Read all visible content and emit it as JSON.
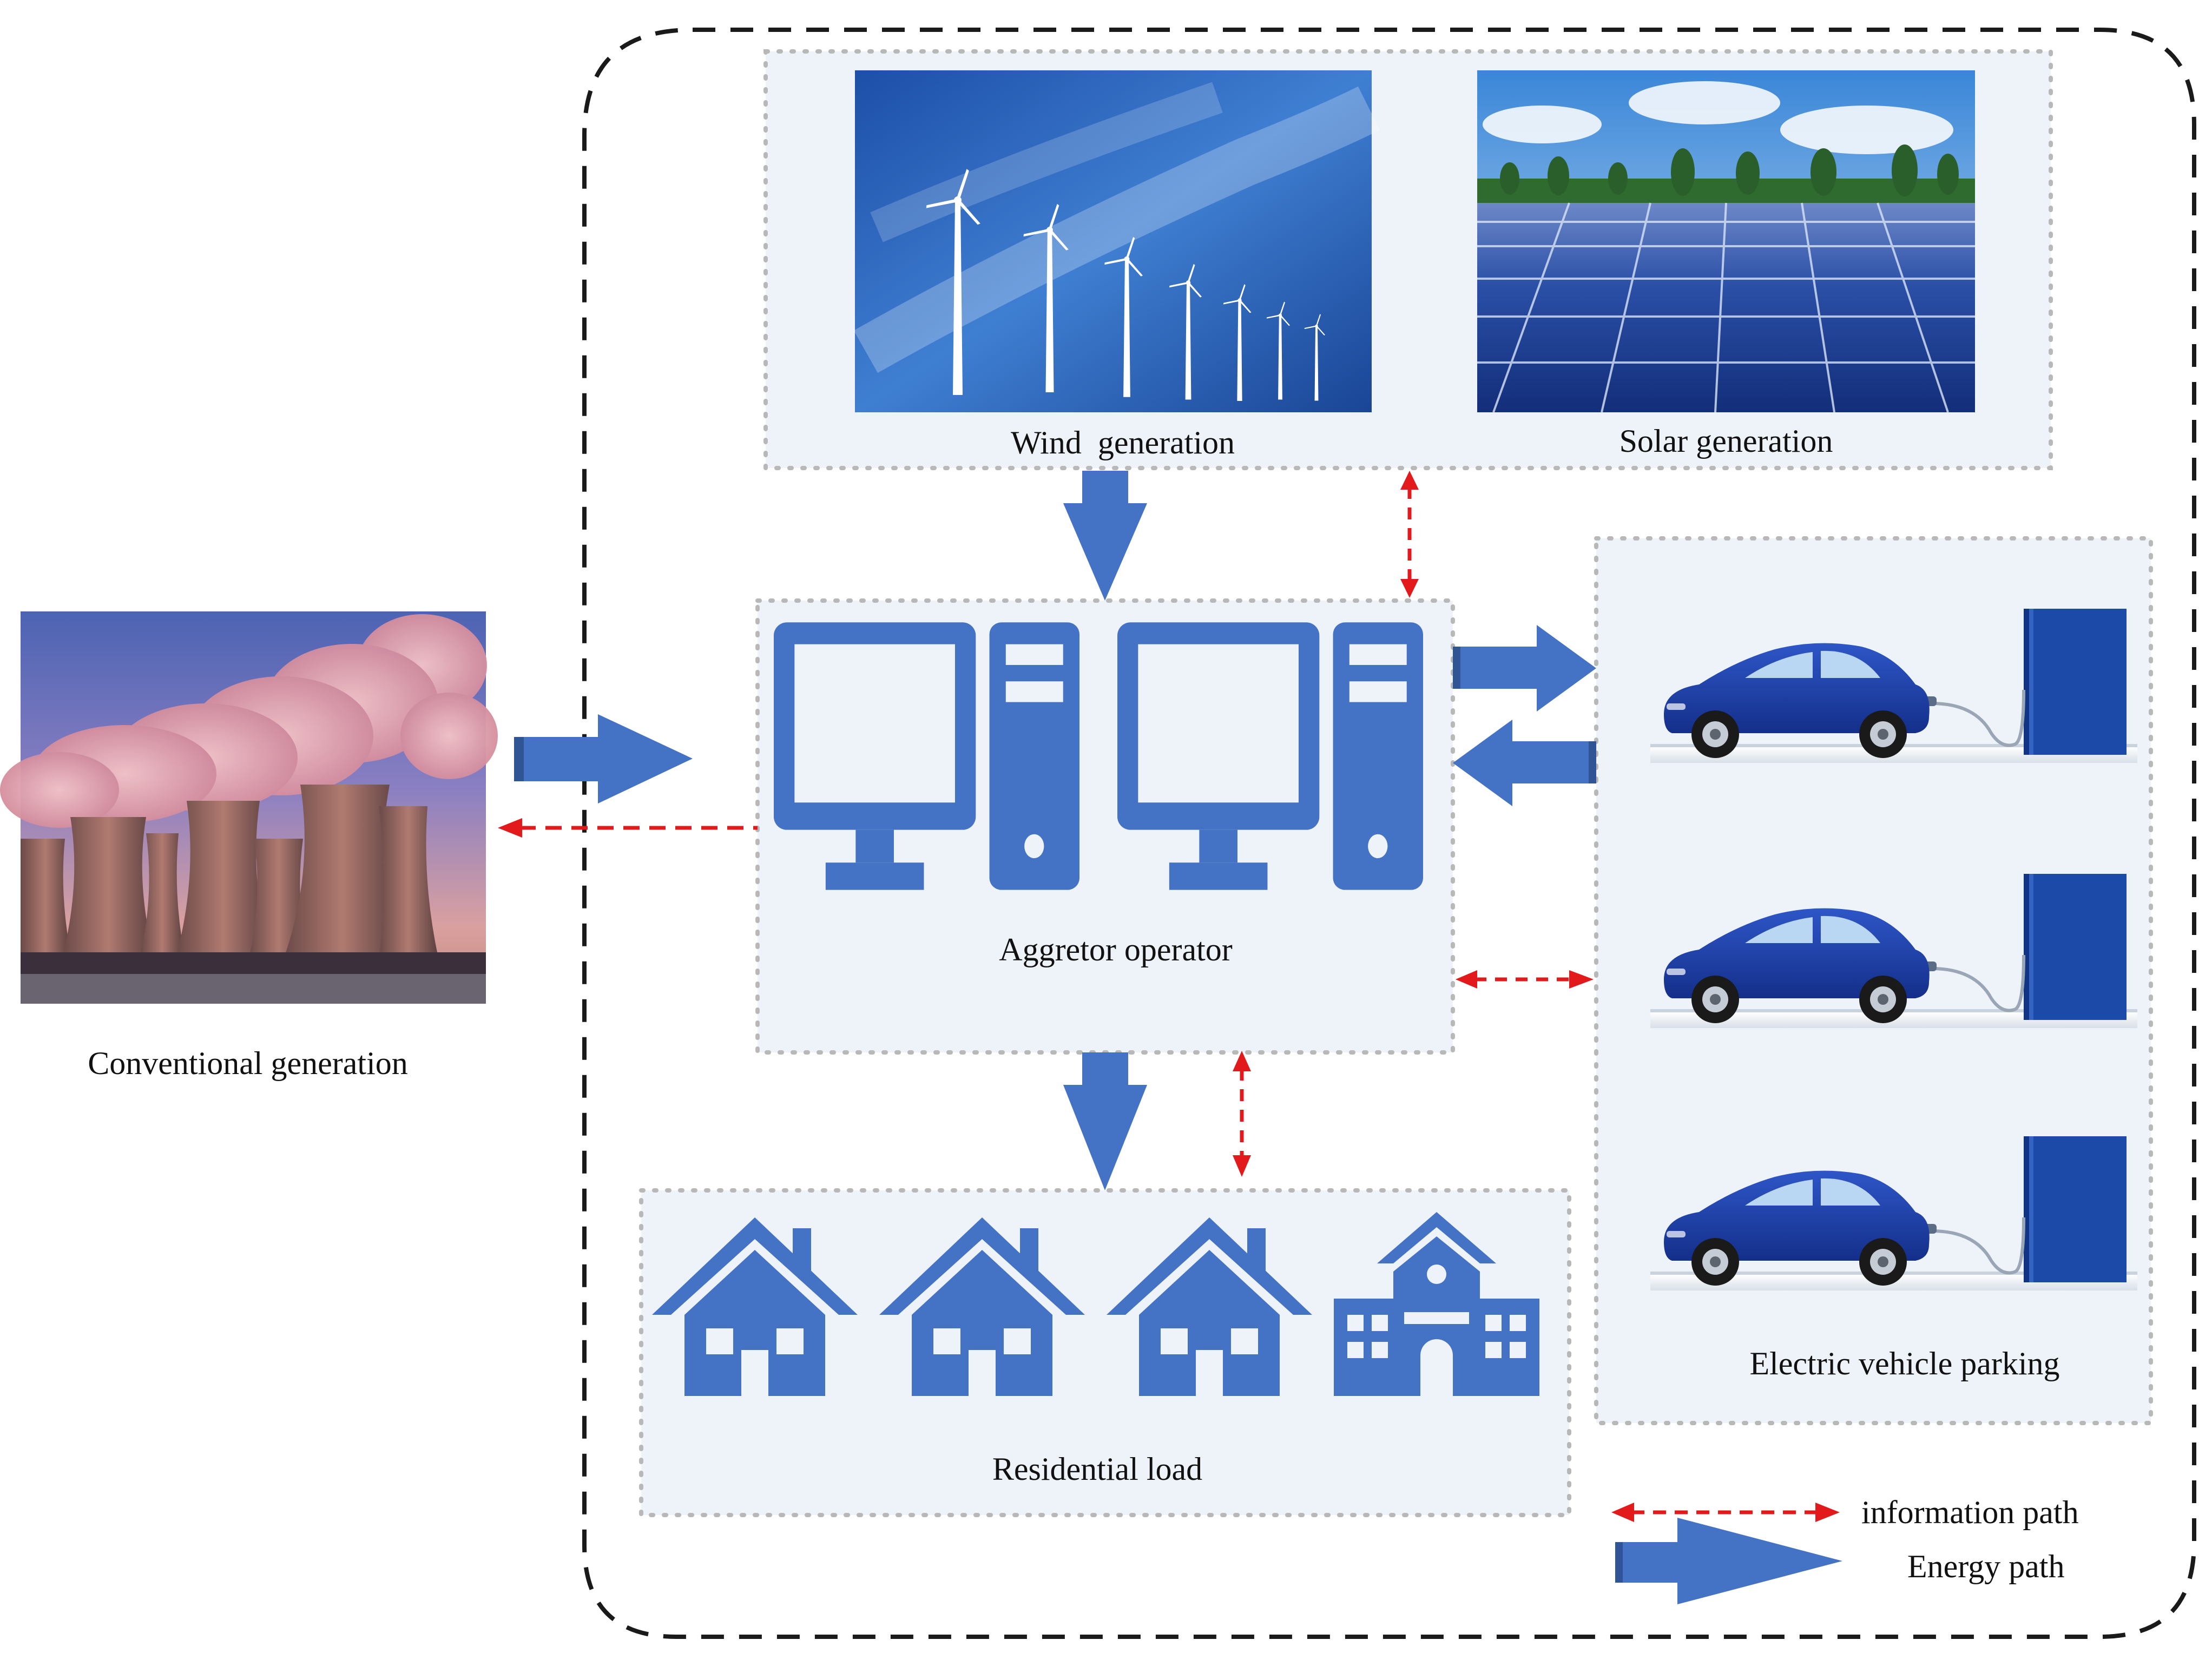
{
  "nodes": {
    "wind": {
      "label": "Wind  generation"
    },
    "solar": {
      "label": "Solar generation"
    },
    "conventional": {
      "label": "Conventional generation"
    },
    "aggregator": {
      "label": "Aggretor operator"
    },
    "ev": {
      "label": "Electric vehicle parking"
    },
    "residential": {
      "label": "Residential load"
    }
  },
  "legend": {
    "information_path": "information path",
    "energy_path": "Energy path"
  },
  "colors": {
    "energy_arrow": "#4472c4",
    "energy_arrow_dark": "#2f5597",
    "information_arrow": "#e31a1c",
    "panel_fill": "#eef3f9",
    "panel_border": "#b8b8b8",
    "boundary": "#1a1a1a",
    "icon": "#4472c4",
    "car": "#1f3fa3",
    "charger": "#1b4aa8"
  }
}
